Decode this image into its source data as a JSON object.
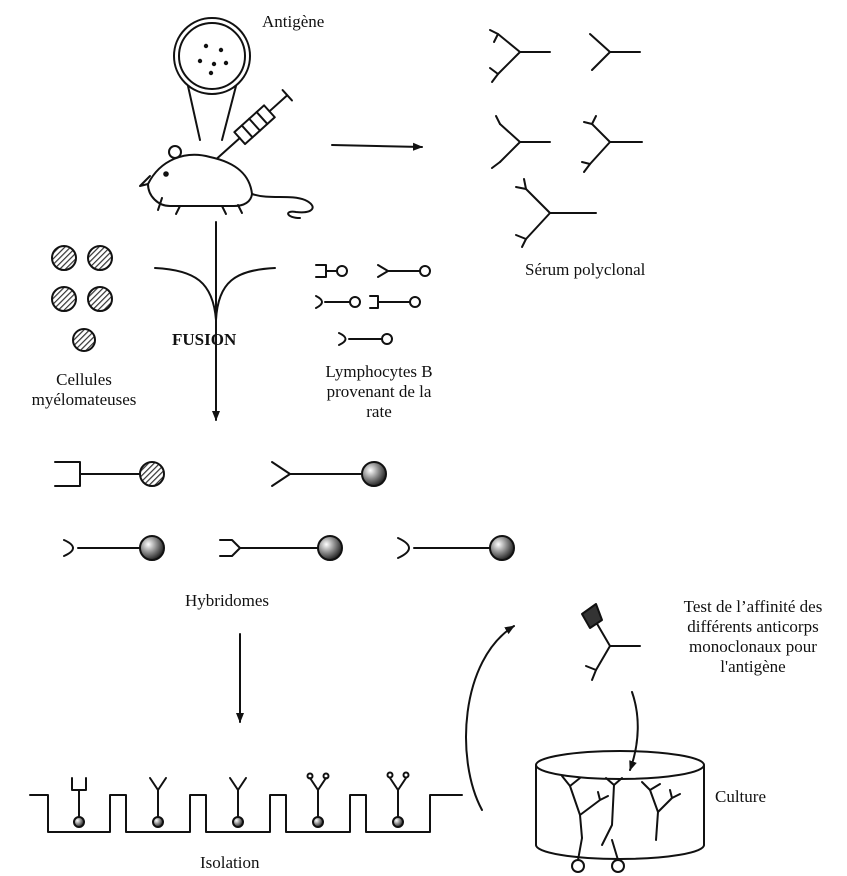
{
  "diagram": {
    "labels": {
      "antigen": "Antigène",
      "polyclonal_serum": "Sérum polyclonal",
      "fusion": "FUSION",
      "myeloma_cells": [
        "Cellules",
        "myélomateuses"
      ],
      "b_lymphocytes": [
        "Lymphocytes B",
        "provenant de la",
        "rate"
      ],
      "hybridomas": "Hybridomes",
      "isolation": "Isolation",
      "affinity_test": [
        "Test de l’affinité des",
        "différents anticorps",
        "monoclonaux pour",
        "l'antigène"
      ],
      "culture": "Culture"
    },
    "colors": {
      "ink": "#111111",
      "hatch": "#555555",
      "background": "#ffffff"
    }
  }
}
